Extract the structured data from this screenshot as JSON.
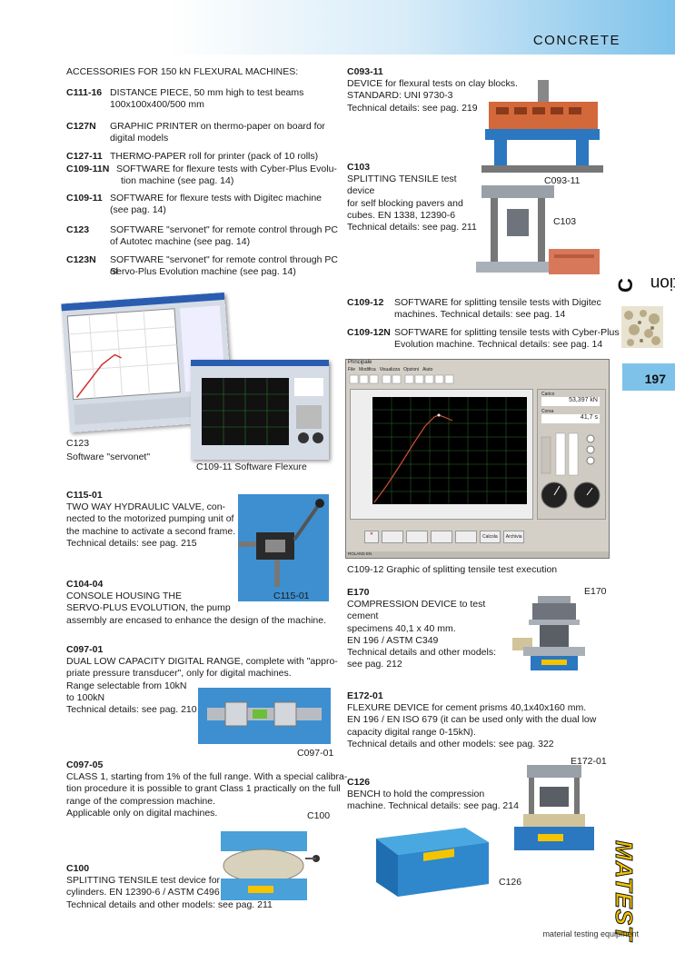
{
  "header": {
    "title": "CONCRETE"
  },
  "section": {
    "word": "section",
    "letter": "C",
    "page_number": "197"
  },
  "footer": {
    "tagline": "material testing equipment",
    "logo": "MATEST"
  },
  "accessories": {
    "heading": "ACCESSORIES FOR 150 kN FLEXURAL MACHINES:",
    "items": [
      {
        "code": "C111-16",
        "lines": [
          "DISTANCE PIECE, 50 mm high to test beams",
          "100x100x400/500 mm"
        ]
      },
      {
        "code": "C127N",
        "lines": [
          "GRAPHIC PRINTER on thermo-paper on board for",
          "digital models"
        ]
      },
      {
        "code": "C127-11",
        "lines": [
          "THERMO-PAPER roll for printer (pack of 10 rolls)"
        ]
      },
      {
        "code": "C109-11N",
        "lines": [
          "SOFTWARE for flexure tests with Cyber-Plus Evolu-",
          "tion machine (see pag. 14)"
        ]
      },
      {
        "code": "C109-11",
        "lines": [
          "SOFTWARE for flexure tests with Digitec machine",
          "(see pag. 14)"
        ]
      },
      {
        "code": "C123",
        "lines": [
          "SOFTWARE \"servonet\" for remote control through PC",
          "of Autotec machine (see pag. 14)"
        ]
      },
      {
        "code": "C123N",
        "lines": [
          "SOFTWARE \"servonet\" for remote control through PC of",
          "Servo-Plus Evolution machine (see pag. 14)"
        ]
      }
    ]
  },
  "captions": {
    "c123_code": "C123",
    "c123_name": "Software \"servonet\"",
    "c109_11": "C109-11 Software Flexure",
    "c115_label": "C115-01",
    "c097_label": "C097-01",
    "c100_label": "C100",
    "c093_label": "C093-11",
    "c103_label": "C103",
    "e170_label": "E170",
    "e172_label": "E172-01",
    "c126_label": "C126",
    "c109_12_graphic": "C109-12 Graphic of splitting tensile test execution"
  },
  "left_column": {
    "c115": {
      "code": "C115-01",
      "lines": [
        "TWO WAY HYDRAULIC VALVE, con-",
        "nected to the motorized pumping unit of",
        "the machine to activate a second frame.",
        "Technical details: see pag. 215"
      ]
    },
    "c104": {
      "code": "C104-04",
      "lines": [
        "CONSOLE HOUSING THE",
        "SERVO-PLUS EVOLUTION, the pump",
        "assembly are encased to enhance the design of the machine."
      ]
    },
    "c097_01": {
      "code": "C097-01",
      "lines": [
        "DUAL LOW CAPACITY DIGITAL RANGE, complete with \"appro-",
        "priate pressure transducer\", only for digital machines.",
        "Range selectable from 10kN",
        "to 100kN",
        "Technical details: see pag. 210"
      ]
    },
    "c097_05": {
      "code": "C097-05",
      "lines": [
        "CLASS 1, starting from 1% of the full range. With a special calibra-",
        "tion procedure it is possible to grant Class 1 practically on the full",
        "range of the compression  machine.",
        "Applicable only on digital machines."
      ]
    },
    "c100": {
      "code": "C100",
      "lines": [
        "SPLITTING TENSILE test device for",
        "cylinders. EN 12390-6 / ASTM C496",
        "Technical details and other models: see pag. 211"
      ]
    }
  },
  "right_column": {
    "c093": {
      "code": "C093-11",
      "lines": [
        "DEVICE for flexural tests on clay blocks.",
        "STANDARD: UNI 9730-3",
        "Technical details: see pag. 219"
      ]
    },
    "c103": {
      "code": "C103",
      "lines": [
        "SPLITTING TENSILE test device",
        "for self blocking pavers and",
        "cubes. EN 1338, 12390-6",
        "Technical details: see pag. 211"
      ]
    },
    "c109_12": {
      "code": "C109-12",
      "lines": [
        "SOFTWARE for splitting tensile tests with Digitec",
        "machines.  Technical details: see pag. 14"
      ]
    },
    "c109_12n": {
      "code": "C109-12N",
      "lines": [
        "SOFTWARE for splitting tensile tests with Cyber-Plus",
        "Evolution machine. Technical details: see pag. 14"
      ]
    },
    "e170": {
      "code": "E170",
      "lines": [
        "COMPRESSION DEVICE to test cement",
        "specimens 40,1 x 40 mm.",
        "EN 196 / ASTM C349",
        "Technical details and other models:",
        "see pag. 212"
      ]
    },
    "e172": {
      "code": "E172-01",
      "lines": [
        "FLEXURE DEVICE for cement prisms 40,1x40x160 mm.",
        "EN 196 / EN ISO 679 (it can be used only with the dual low",
        "capacity digital range 0-15kN).",
        "Technical details and other models: see pag. 322"
      ]
    },
    "c126": {
      "code": "C126",
      "lines": [
        "BENCH to hold the compression",
        "machine. Technical details: see pag. 214"
      ]
    }
  },
  "software_window": {
    "title": "Principale",
    "menu": [
      "File",
      "Modifica",
      "Visualizza",
      "Opzioni",
      "Aiuto"
    ],
    "carico_label": "Carico",
    "carico_value": "53,397 kN",
    "corsa_label": "Corsa",
    "corsa_value": "41,7 s",
    "buttons": [
      "Calcola",
      "Archivia"
    ],
    "status": "ROLAND EN"
  },
  "colors": {
    "accent": "#7ec2ea",
    "logo_yellow": "#f4c400",
    "device_blue": "#3d8fd0"
  }
}
